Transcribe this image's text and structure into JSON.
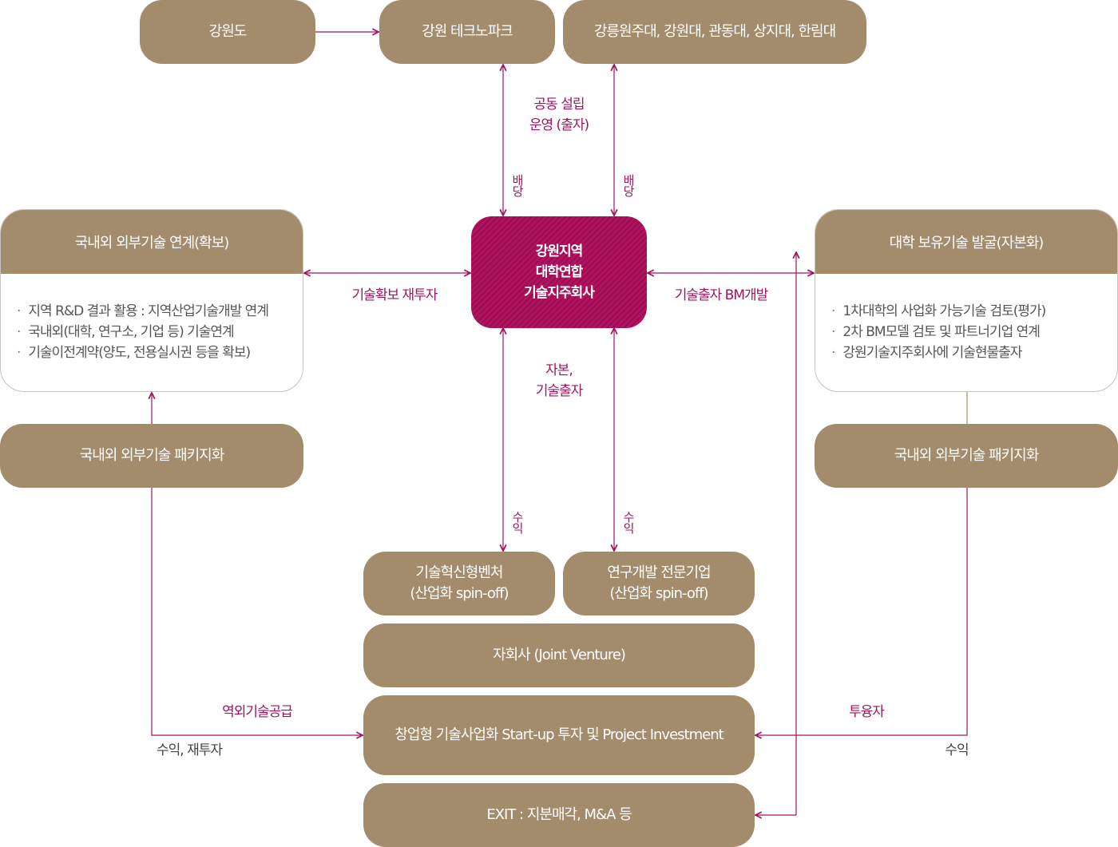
{
  "boxes": {
    "gangwon": "강원도",
    "technopark": "강원 테크노파크",
    "universities": "강릉원주대, 강원대, 관동대, 상지대, 한림대",
    "center": [
      "강원지역",
      "대학연합",
      "기술지주회사"
    ],
    "left_package": "국내외 외부기술 패키지화",
    "right_package": "국내외 외부기술 패키지화",
    "venture": [
      "기술혁신형벤처",
      "(산업화 spin-off)"
    ],
    "rnd": [
      "연구개발 전문기업",
      "(산업화 spin-off)"
    ],
    "jv": "자회사 (Joint Venture)",
    "startup": "창업형 기술사업화 Start-up 투자 및 Project Investment",
    "exit": "EXIT : 지분매각, M&A 등"
  },
  "panels": {
    "left": {
      "title": "국내외 외부기술 연계(확보)",
      "items": [
        "지역 R&D 결과 활용 : 지역산업기술개발 연계",
        "국내외(대학, 연구소, 기업 등) 기술연계",
        "기술이전계약(양도, 전용실시권 등을 확보)"
      ]
    },
    "right": {
      "title": "대학 보유기술 발굴(자본화)",
      "items": [
        "1차대학의 사업화 가능기술 검토(평가)",
        "2차 BM모델 검토 및 파트너기업 연계",
        "강원기술지주회사에 기술현물출자"
      ]
    }
  },
  "labels": {
    "found": [
      "공동 설립",
      "운영 (출자)"
    ],
    "dividend_left": "배당",
    "dividend_right": "배당",
    "secure": "기술확보 재투자",
    "invest_bm": "기술출자 BM개발",
    "capital": [
      "자본,",
      "기술출자"
    ],
    "profit_left": "수익",
    "profit_right": "수익",
    "supply": "역외기술공급",
    "profit_reinvest": "수익, 재투자",
    "financing": "투융자",
    "profit_bottom": "수익"
  },
  "colors": {
    "tan": "#a38c6b",
    "magenta": "#a0155f",
    "connector_gray": "#a38c6b",
    "text_gray": "#555555"
  }
}
